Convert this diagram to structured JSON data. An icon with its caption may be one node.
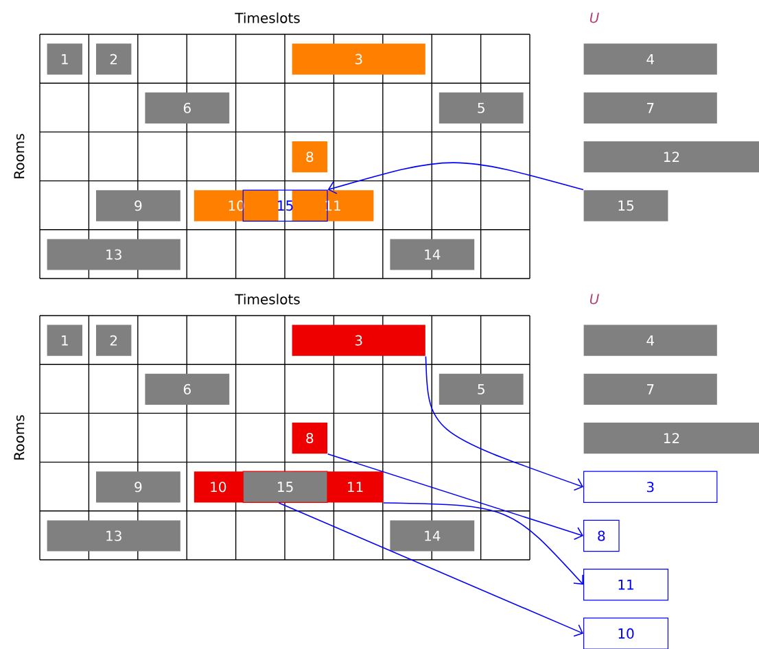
{
  "diagram": {
    "nodes": [
      {
        "text": [
          "1"
        ]
      },
      {
        "text": [
          "2"
        ]
      },
      {
        "text": [
          "3"
        ]
      },
      {
        "text": [
          "6"
        ]
      },
      {
        "text": [
          "5"
        ]
      },
      {
        "text": [
          "8"
        ]
      },
      {
        "text": [
          "9"
        ]
      },
      {
        "text": [
          "10"
        ]
      },
      {
        "text": [
          "15"
        ]
      },
      {
        "text": [
          "11"
        ]
      },
      {
        "text": [
          "13"
        ]
      },
      {
        "text": [
          "14"
        ]
      },
      {
        "text": [
          "4"
        ]
      },
      {
        "text": [
          "7"
        ]
      },
      {
        "text": [
          "12"
        ]
      },
      {
        "text": [
          "15"
        ]
      },
      {
        "text": [
          "1"
        ]
      },
      {
        "text": [
          "2"
        ]
      },
      {
        "text": [
          "3"
        ]
      },
      {
        "text": [
          "6"
        ]
      },
      {
        "text": [
          "5"
        ]
      },
      {
        "text": [
          "8"
        ]
      },
      {
        "text": [
          "9"
        ]
      },
      {
        "text": [
          "10"
        ]
      },
      {
        "text": [
          "15"
        ]
      },
      {
        "text": [
          "11"
        ]
      },
      {
        "text": [
          "13"
        ]
      },
      {
        "text": [
          "14"
        ]
      },
      {
        "text": [
          "4"
        ]
      },
      {
        "text": [
          "7"
        ]
      },
      {
        "text": [
          "12"
        ]
      },
      {
        "text": [
          "3"
        ]
      },
      {
        "text": [
          "8"
        ]
      },
      {
        "text": [
          "11"
        ]
      },
      {
        "text": [
          "10"
        ]
      }
    ],
    "edges": [
      {
        "from": 15,
        "to": 8,
        "arrow": "to"
      },
      {
        "from": 18,
        "to": 31,
        "arrow": "to"
      },
      {
        "from": 21,
        "to": 32,
        "arrow": "to"
      },
      {
        "from": 25,
        "to": 33,
        "arrow": "to"
      },
      {
        "from": 23,
        "to": 34,
        "arrow": "to"
      }
    ],
    "labels": [
      "Timeslots",
      "U",
      "Rooms",
      "Timeslots",
      "U",
      "Rooms"
    ]
  }
}
